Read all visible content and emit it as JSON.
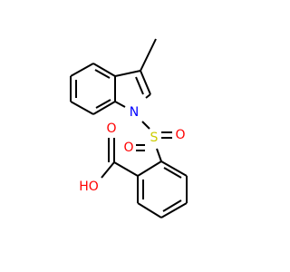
{
  "molecule": {
    "atoms": {
      "n1": "N",
      "s1": "S",
      "o_s1": "O",
      "o_s2": "O",
      "o_carbonyl": "O",
      "oh": "HO"
    },
    "colors": {
      "bond": "#000000",
      "nitrogen": "#0000ff",
      "sulfur": "#cccc00",
      "oxygen": "#ff0000"
    }
  }
}
